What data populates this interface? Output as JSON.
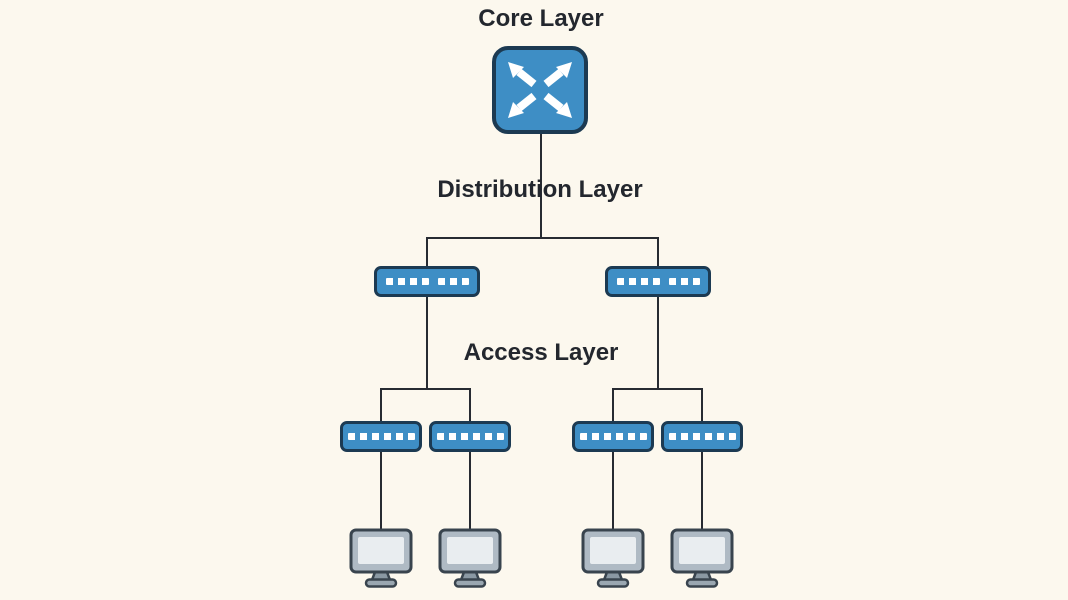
{
  "page": {
    "background_color": "#FCF8EE"
  },
  "labels": {
    "core": "Core Layer",
    "distribution": "Distribution Layer",
    "access": "Access Layer"
  },
  "colors": {
    "device_fill": "#3E8EC5",
    "device_border": "#1C3A52",
    "connector_line": "#272B32",
    "label_text": "#23272E",
    "port_led": "#FFFFFF",
    "monitor_body": "#AFBAC4",
    "monitor_screen": "#E9EDF0",
    "monitor_stand": "#8A98A3",
    "monitor_base": "#9AA7B1",
    "monitor_border": "#39444E"
  },
  "topology": {
    "type": "three-tier-network-diagram",
    "core": {
      "label": "Core Layer",
      "device": "core-switch",
      "icon": "four-way-arrows-icon",
      "count": 1
    },
    "distribution": {
      "label": "Distribution Layer",
      "device": "switch",
      "port_pattern": "4+3",
      "count": 2
    },
    "access": {
      "label": "Access Layer",
      "device": "switch",
      "port_pattern": "6",
      "count": 4
    },
    "endpoints": {
      "device": "desktop-computer",
      "count": 4
    },
    "connections": [
      {
        "from": "core-switch",
        "to": "distribution-switch-1"
      },
      {
        "from": "core-switch",
        "to": "distribution-switch-2"
      },
      {
        "from": "distribution-switch-1",
        "to": "access-switch-1"
      },
      {
        "from": "distribution-switch-1",
        "to": "access-switch-2"
      },
      {
        "from": "distribution-switch-2",
        "to": "access-switch-3"
      },
      {
        "from": "distribution-switch-2",
        "to": "access-switch-4"
      },
      {
        "from": "access-switch-1",
        "to": "desktop-computer-1"
      },
      {
        "from": "access-switch-2",
        "to": "desktop-computer-2"
      },
      {
        "from": "access-switch-3",
        "to": "desktop-computer-3"
      },
      {
        "from": "access-switch-4",
        "to": "desktop-computer-4"
      }
    ]
  }
}
